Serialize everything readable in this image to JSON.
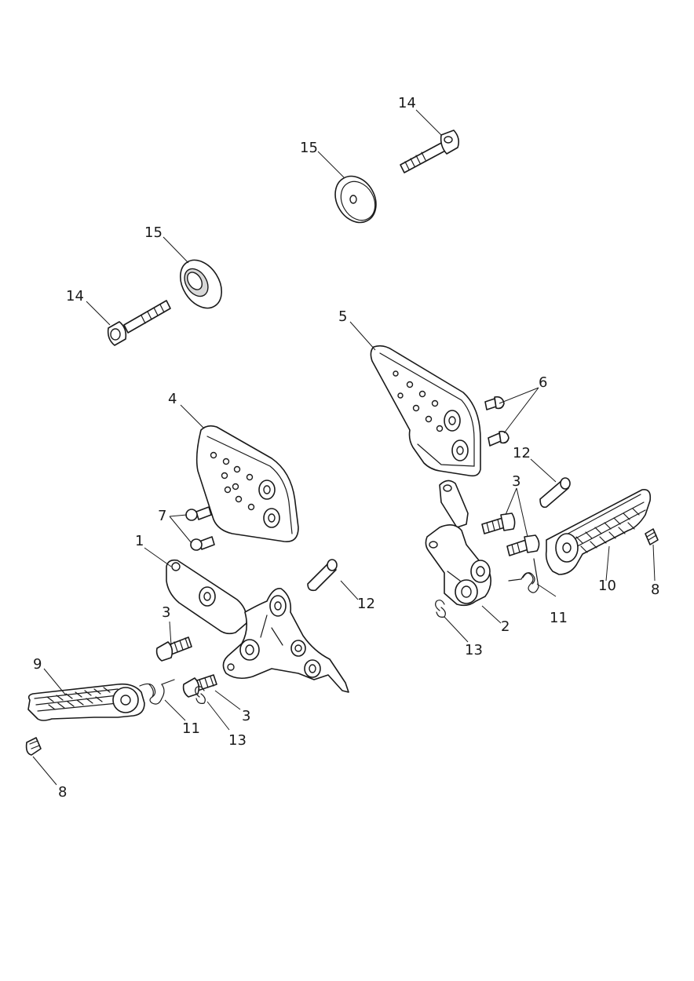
{
  "callouts": [
    "1",
    "2",
    "3",
    "3",
    "3",
    "4",
    "5",
    "6",
    "7",
    "8",
    "8",
    "9",
    "10",
    "11",
    "11",
    "12",
    "12",
    "13",
    "13",
    "14",
    "14",
    "15",
    "15"
  ]
}
